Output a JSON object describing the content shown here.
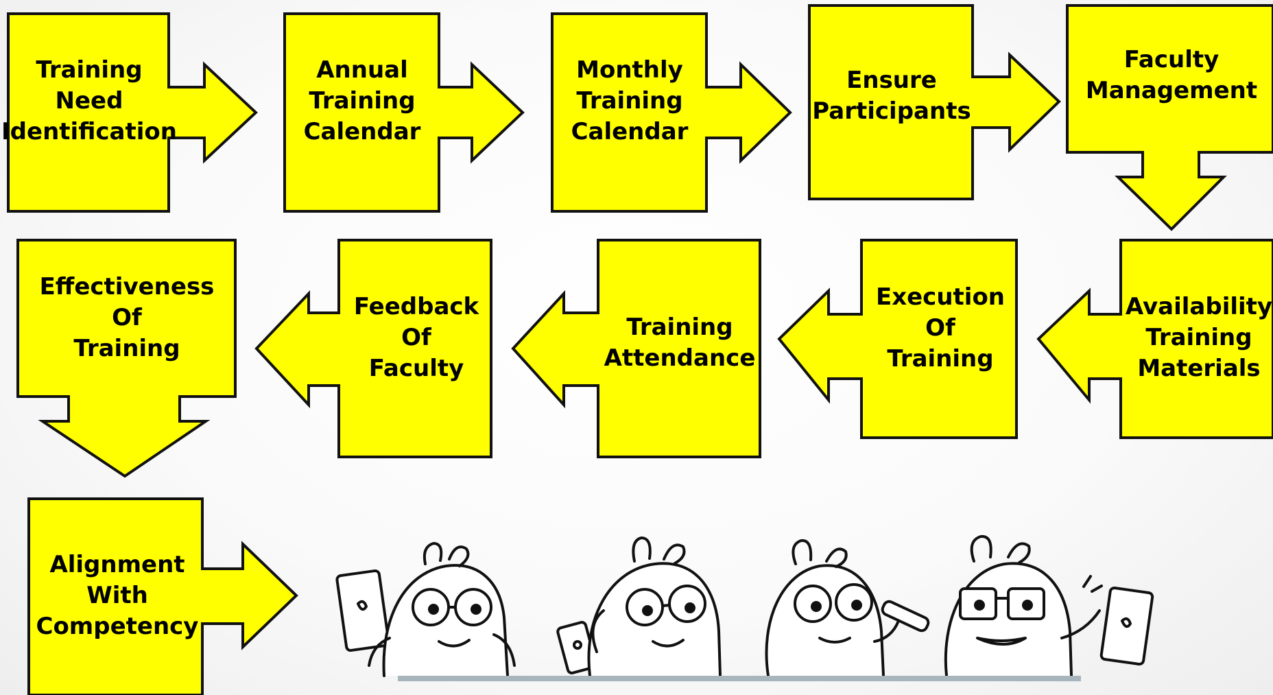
{
  "steps": [
    {
      "id": "tni",
      "lines": [
        "Training",
        "Need",
        "Identification"
      ]
    },
    {
      "id": "atc",
      "lines": [
        "Annual",
        "Training",
        "Calendar"
      ]
    },
    {
      "id": "mtc",
      "lines": [
        "Monthly",
        "Training",
        "Calendar"
      ]
    },
    {
      "id": "ep",
      "lines": [
        "Ensure",
        "Participants"
      ]
    },
    {
      "id": "fm",
      "lines": [
        "Faculty",
        "Management"
      ]
    },
    {
      "id": "atm",
      "lines": [
        "Availability",
        "Training",
        "Materials"
      ]
    },
    {
      "id": "eot",
      "lines": [
        "Execution",
        "Of",
        "Training"
      ]
    },
    {
      "id": "ta",
      "lines": [
        "Training",
        "Attendance"
      ]
    },
    {
      "id": "fof",
      "lines": [
        "Feedback",
        "Of",
        "Faculty"
      ]
    },
    {
      "id": "efft",
      "lines": [
        "Effectiveness",
        "Of",
        "Training"
      ]
    },
    {
      "id": "awc",
      "lines": [
        "Alignment",
        "With",
        "Competency"
      ]
    }
  ],
  "colors": {
    "box_fill": "#ffff00",
    "outline": "#111111",
    "background": "#fafafa"
  },
  "illustration": {
    "icon": "four-cartoon-characters-with-devices"
  }
}
